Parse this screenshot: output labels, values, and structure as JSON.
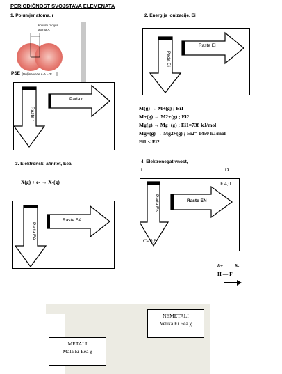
{
  "page_title": "PERIODIČNOST SVOJSTAVA ELEMENATA",
  "sections": {
    "s1": {
      "title": "1. Polumjer atoma, r",
      "radius_label_line1": "kovalni radijus",
      "radius_label_line2": "atoma A",
      "bond_label": "Duljina veze  A-A = 2r",
      "pse_label": "PSE",
      "arrow_down_label": "Raste r",
      "arrow_right_label": "Pada r"
    },
    "s2": {
      "title": "2. Energija ionizacije, Ei",
      "arrow_down_label": "Pada Ei",
      "arrow_right_label": "Raste Ei",
      "equations": [
        "M(g) → M+(g) ; Ei1",
        "M+(g) → M2+(g) ; Ei2",
        "Mg(g) → Mg+(g) ; Ei1=738 kJ/mol",
        "Mg+(g) → Mg2+(g) ; Ei2= 1450 kJ/mol",
        "Ei1 < Ei2"
      ]
    },
    "s3": {
      "title": "3. Elektronski afinitet, Eea",
      "equation": "X(g) + e- → X-(g)",
      "arrow_down_label": "Pada EA",
      "arrow_right_label": "Raste EA"
    },
    "s4": {
      "title": "4. Elektronegativnost,",
      "group_left": "1",
      "group_right": "17",
      "top_right": "F 4,0",
      "bottom_left": "Cs 0,8",
      "arrow_down_label": "Pada EN",
      "arrow_right_label": "Raste EN",
      "dipole_plus": "δ+",
      "dipole_minus": "δ-",
      "dipole_bond": "H — F"
    },
    "bottom": {
      "nonmetal_title": "NEMETALI",
      "nonmetal_text": "Velika Ei Eea χ",
      "metal_title": "METALI",
      "metal_text": "Mala Ei Eea χ"
    }
  },
  "colors": {
    "atom_fill": "#e8837a",
    "atom_glow": "#f6c6be",
    "gray_bar": "#c8c8c8",
    "beige_band": "#ecebe3"
  }
}
